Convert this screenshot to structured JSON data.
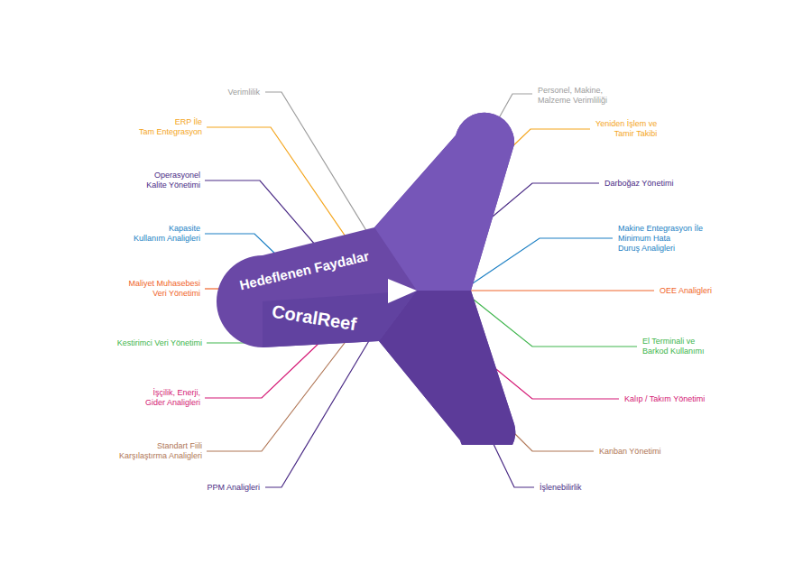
{
  "diagram": {
    "nodes": [
      {
        "text": [
          "Hedeflenen Faydalar",
          "CoralReef"
        ]
      }
    ],
    "labels": [
      "Verimlilik",
      "ERP İle Tam Entegrasyon",
      "Operasyonel Kalite Yönetimi",
      "Kapasite Kullanım Analigleri",
      "Maliyet Muhasebesi Veri Yönetimi",
      "Kestirimci Veri Yönetimi",
      "İşçilik, Enerji, Gider Analigleri",
      "Standart Fiili Karşılaştırma Analigleri",
      "PPM Analigleri",
      "Personel, Makine, Malzeme Verimliliği",
      "Yeniden İşlem ve Tamir Takibi",
      "Darboğaz Yönetimi",
      "Makine Entegrasyon İle Minimum Hata Duruş Analigleri",
      "OEE Analigleri",
      "El Terminali ve Barkod Kullanımı",
      "Kalıp / Takım Yönetimi",
      "Kanban Yönetimi",
      "İşlenebilirlik"
    ]
  }
}
